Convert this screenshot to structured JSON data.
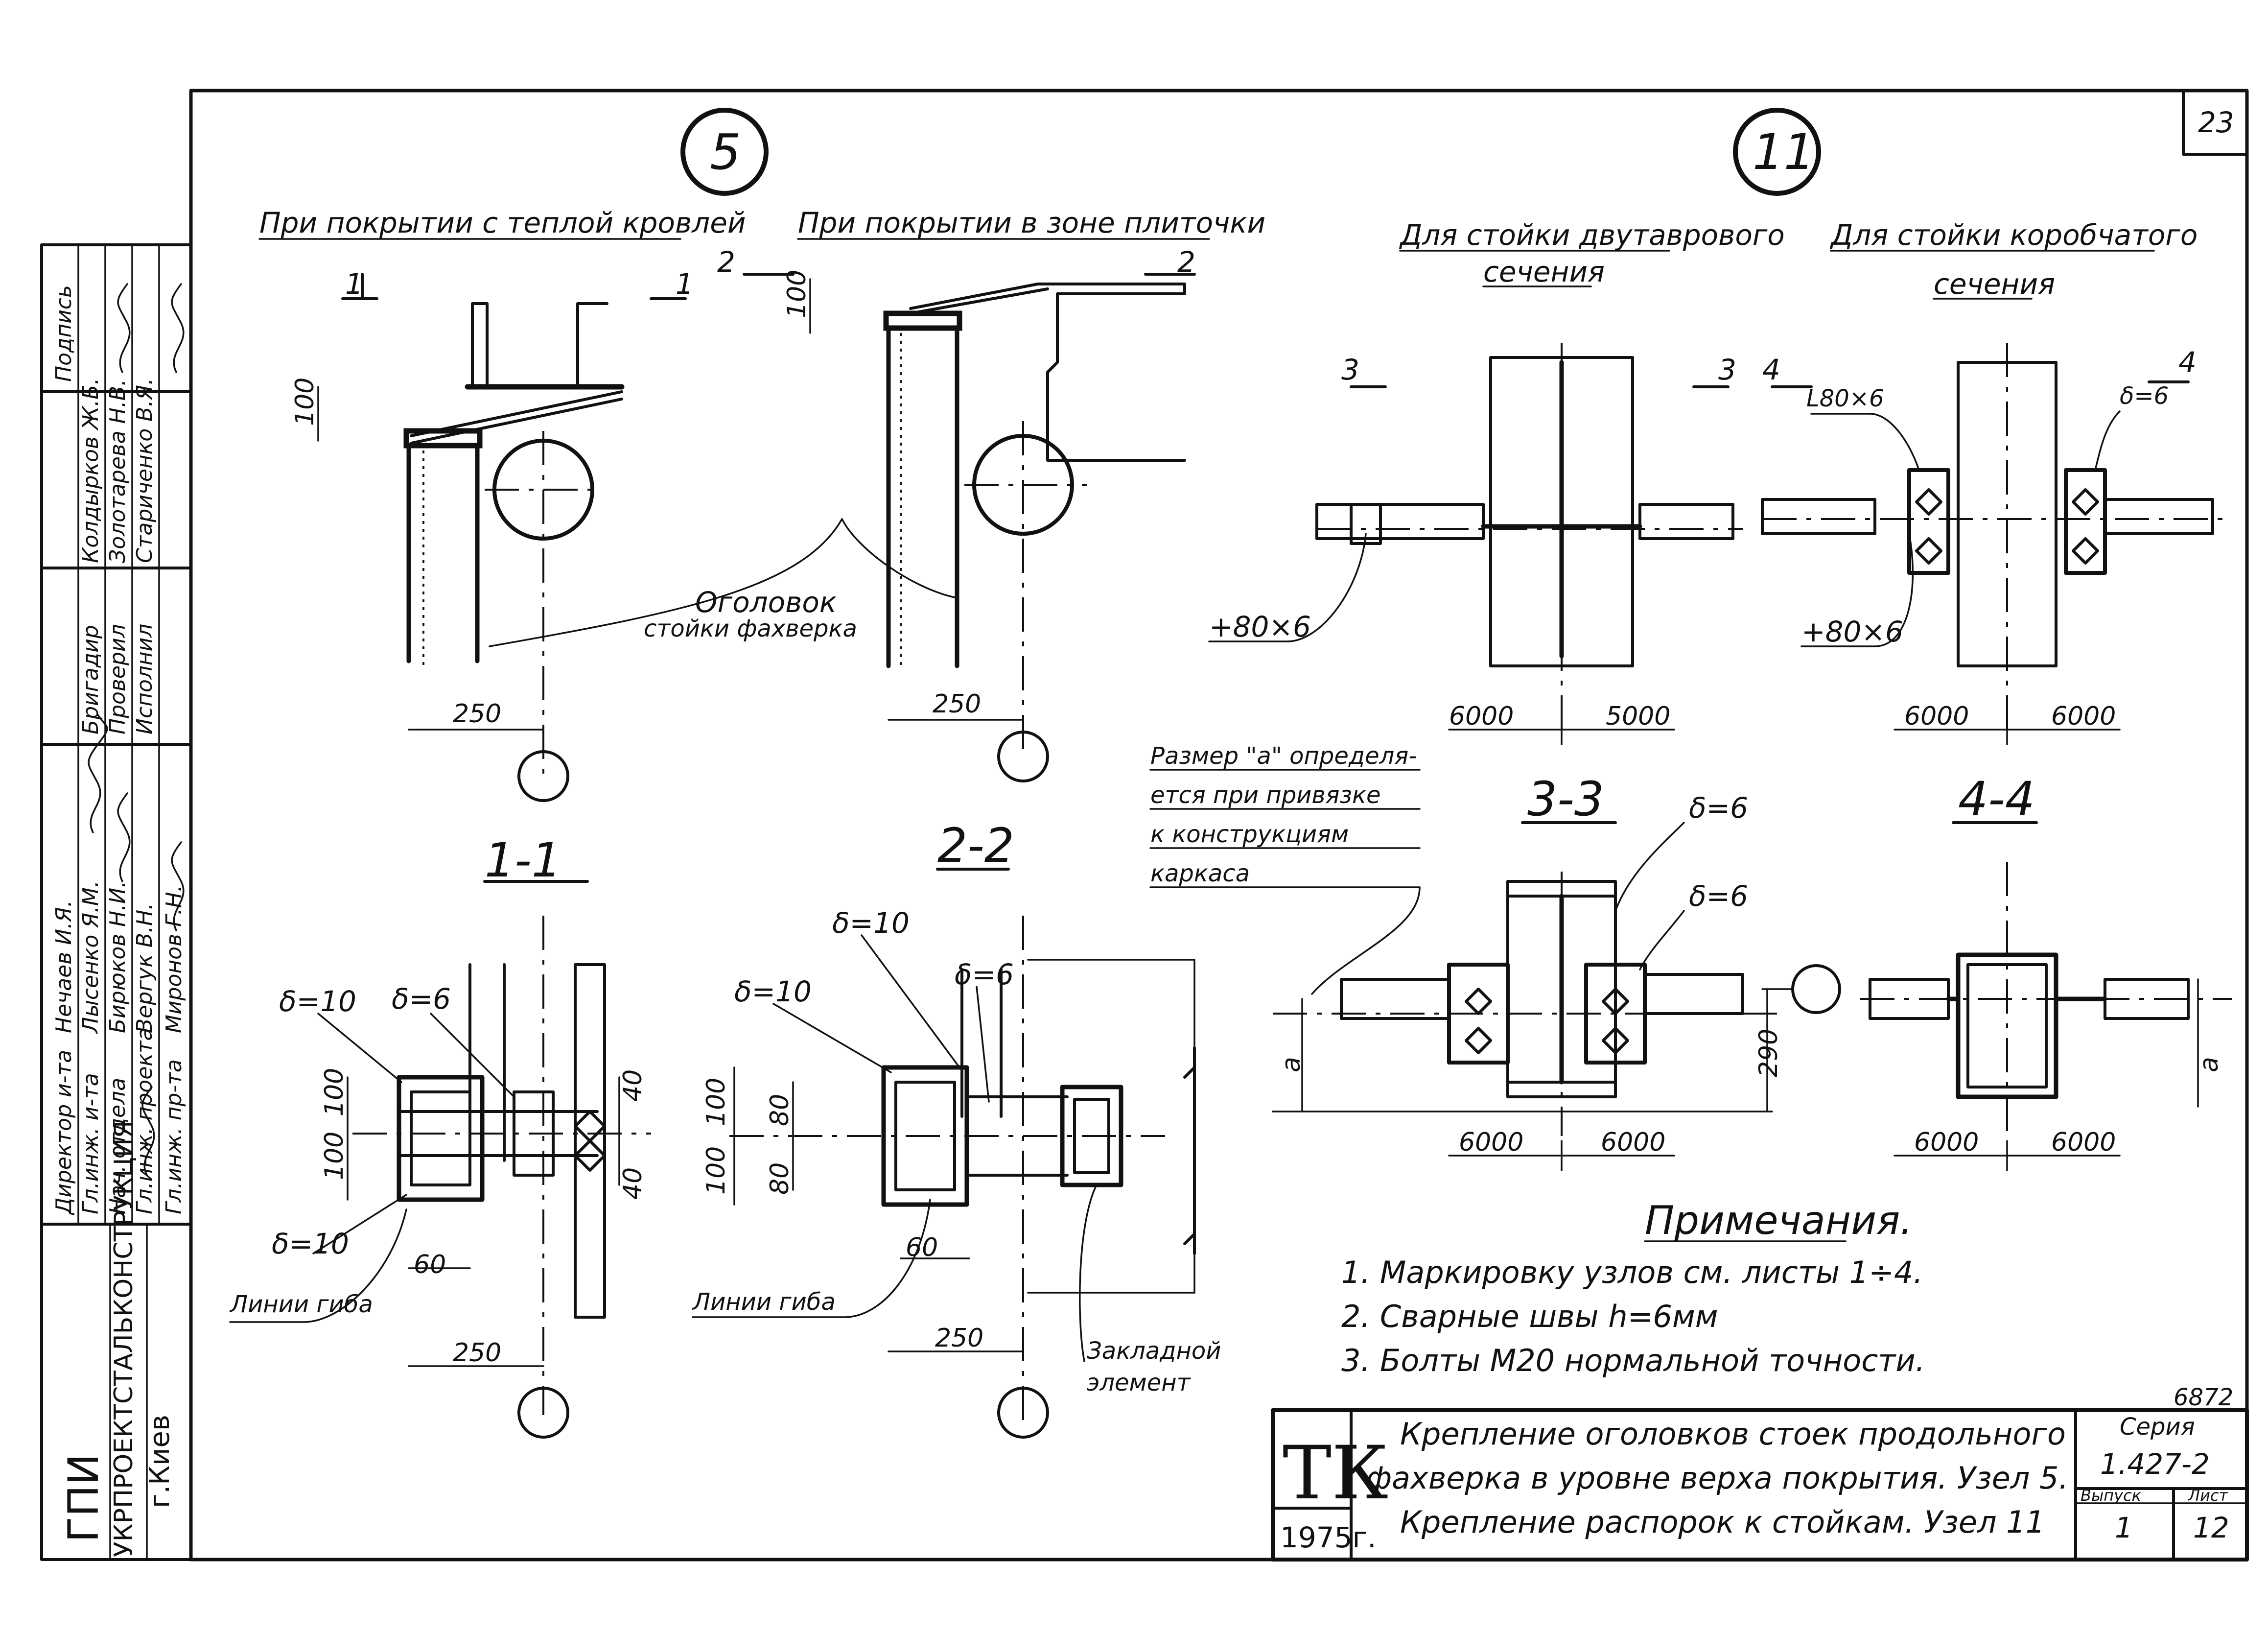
{
  "sheet": {
    "page_number": "23",
    "node_numbers": [
      "5",
      "11"
    ],
    "year": "1975г.",
    "organization": {
      "name": "ГПИ",
      "full_name": "УКРПРОЕКТСТАЛЬКОНСТРУКЦИЯ",
      "city": "г.Киев"
    },
    "code_letters": "ТК",
    "series_label": "Серия",
    "series_value": "1.427-2",
    "issue_label": "Выпуск",
    "issue_value": "1",
    "sheet_label": "Лист",
    "sheet_value": "12",
    "doc_number": "6872"
  },
  "title_block": {
    "line1": "Крепление оголовков стоек продольного",
    "line2": "фахверка в уровне верха покрытия. Узел 5.",
    "line3": "Крепление распорок к стойкам. Узел 11"
  },
  "stamp": {
    "rows": [
      {
        "role": "Директор и-та",
        "name": "Нечаев И.Я."
      },
      {
        "role": "Гл.инж. и-та",
        "name": "Лысенко Я.М."
      },
      {
        "role": "Нач. отдела",
        "name": "Бирюков Н.И."
      },
      {
        "role": "Гл.инж. проекта",
        "name": "Вергук В.Н."
      },
      {
        "role": "Гл.инж. пр-та",
        "name": "Миронов Г.Н."
      },
      {
        "role": "Бригадир",
        "name": "Колдырков Ж.Б."
      },
      {
        "role": "Проверил",
        "name": "Золотарева Н.В."
      },
      {
        "role": "Исполнил",
        "name": "Стариченко В.Я."
      }
    ],
    "header": "Подпись"
  },
  "node5": {
    "label_left": "При покрытии с теплой кровлей",
    "label_right": "При покрытии в зоне плиточки",
    "sec1": "1",
    "sec2": "2",
    "note_callout_1": "Оголовок",
    "note_callout_2": "стойки фахверка",
    "dims": {
      "d100": "100",
      "d250a": "250",
      "d250b": "250"
    },
    "section_1_1": "1-1",
    "section_2_2": "2-2",
    "s11": {
      "delta10a": "δ=10",
      "delta6": "δ=6",
      "delta10b": "δ=10",
      "d100a": "100",
      "d100b": "100",
      "d40a": "40",
      "d40b": "40",
      "d60": "60",
      "d250": "250",
      "bend": "Линии гиба"
    },
    "s22": {
      "delta10a": "δ=10",
      "delta10b": "δ=10",
      "delta6": "δ=6",
      "d100": "100",
      "d80a": "80",
      "d80b": "80",
      "d100b": "100",
      "d60": "60",
      "d250": "250",
      "bend": "Линии гиба",
      "embed1": "Закладной",
      "embed2": "элемент"
    }
  },
  "node11": {
    "label_left_1": "Для стойки двутаврового",
    "label_left_2": "сечения",
    "label_right_1": "Для стойки коробчатого",
    "label_right_2": "сечения",
    "sec3": "3",
    "sec4": "4",
    "angle": "L80×6",
    "delta6": "δ=6",
    "plate_a": "+80×6",
    "plate_b": "+80×6",
    "dims_left": [
      "6000",
      "5000"
    ],
    "dims_right": [
      "6000",
      "6000"
    ],
    "note_a_1": "Размер \"а\" определя-",
    "note_a_2": "ется при привязке",
    "note_a_3": "к конструкциям",
    "note_a_4": "каркаса",
    "section_3_3": "3-3",
    "section_4_4": "4-4",
    "s33_delta_a": "δ=6",
    "s33_delta_b": "δ=6",
    "dim_290": "290",
    "a_label": "а",
    "dims_33": [
      "6000",
      "6000"
    ],
    "dims_44": [
      "6000",
      "6000"
    ]
  },
  "notes": {
    "heading": "Примечания.",
    "items": [
      "1. Маркировку узлов см. листы 1÷4.",
      "2. Сварные швы h=6мм",
      "3. Болты М20 нормальной точности."
    ]
  }
}
